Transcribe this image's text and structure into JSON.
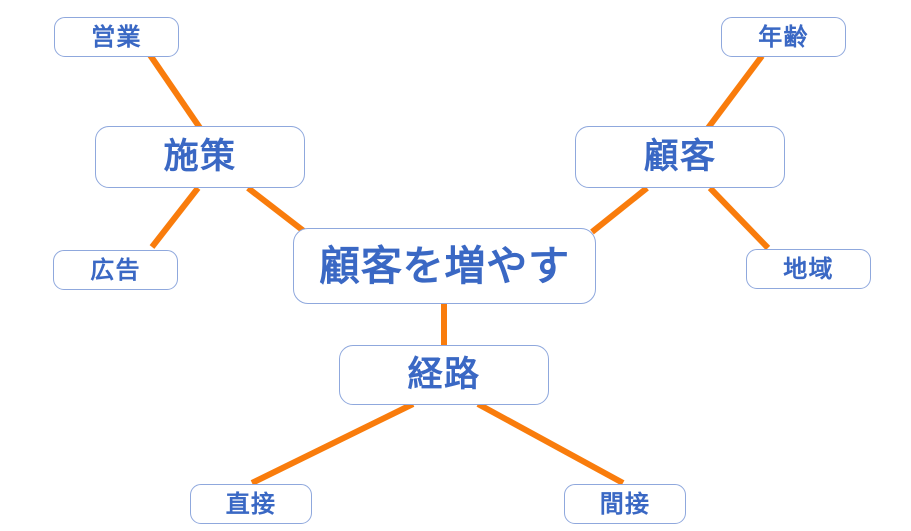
{
  "diagram": {
    "type": "mind-map",
    "title": "顧客を増やす",
    "background_color": "#ffffff",
    "node_border_color": "#8fa8dd",
    "node_text_color": "#3a68c4",
    "connector_color": "#f97c0c",
    "nodes": {
      "central": {
        "label": "顧客を増やす",
        "level": "central"
      },
      "branch_left": {
        "label": "施策",
        "level": "branch"
      },
      "branch_right": {
        "label": "顧客",
        "level": "branch"
      },
      "branch_bottom": {
        "label": "経路",
        "level": "branch"
      },
      "leaf_sales": {
        "label": "営業",
        "level": "leaf"
      },
      "leaf_ad": {
        "label": "広告",
        "level": "leaf"
      },
      "leaf_age": {
        "label": "年齢",
        "level": "leaf"
      },
      "leaf_region": {
        "label": "地域",
        "level": "leaf"
      },
      "leaf_direct": {
        "label": "直接",
        "level": "leaf"
      },
      "leaf_indirect": {
        "label": "間接",
        "level": "leaf"
      }
    },
    "edges": [
      {
        "from": "central",
        "to": "branch_left"
      },
      {
        "from": "central",
        "to": "branch_right"
      },
      {
        "from": "central",
        "to": "branch_bottom"
      },
      {
        "from": "branch_left",
        "to": "leaf_sales"
      },
      {
        "from": "branch_left",
        "to": "leaf_ad"
      },
      {
        "from": "branch_right",
        "to": "leaf_age"
      },
      {
        "from": "branch_right",
        "to": "leaf_region"
      },
      {
        "from": "branch_bottom",
        "to": "leaf_direct"
      },
      {
        "from": "branch_bottom",
        "to": "leaf_indirect"
      }
    ]
  }
}
